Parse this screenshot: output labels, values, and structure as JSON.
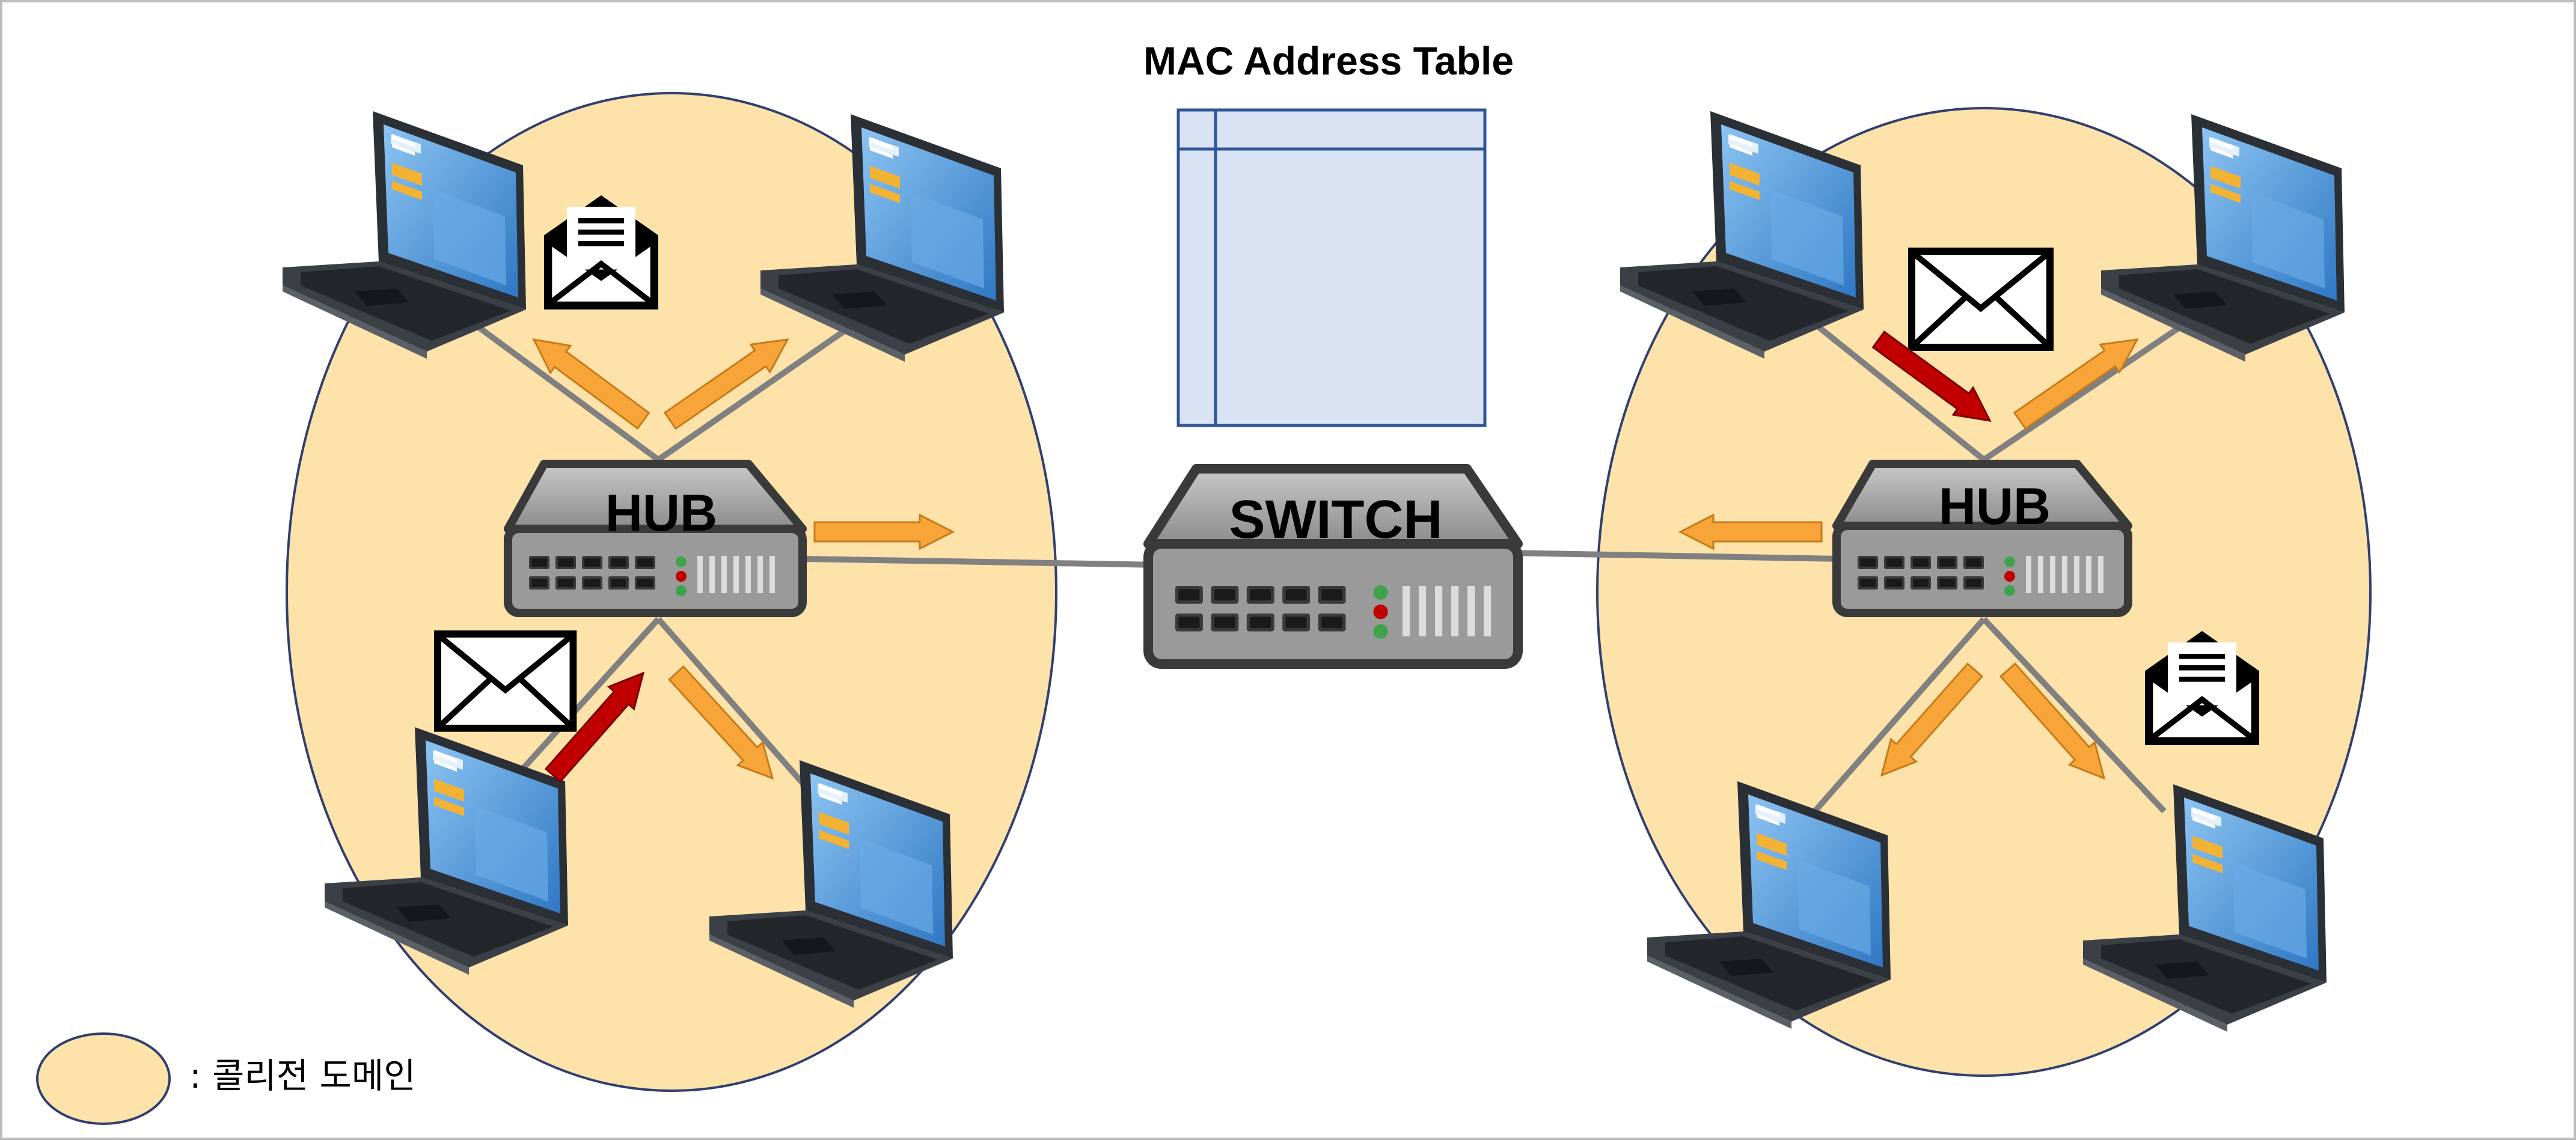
{
  "title": "MAC Address Table",
  "switch_label": "SWITCH",
  "hub_left_label": "HUB",
  "hub_right_label": "HUB",
  "legend_label": ": 콜리전 도메인",
  "colors": {
    "domain_fill": "#fde2aa",
    "domain_stroke": "#2f3f70",
    "table_fill": "#dae3f3",
    "table_stroke": "#2f5597",
    "arrow_orange": "#f7a439",
    "arrow_red": "#c00000",
    "cable": "#808080",
    "device_body": "#9a9a9a",
    "laptop_screen": "#4f94d8"
  },
  "icons": [
    "laptop-icon",
    "hub-icon",
    "switch-icon",
    "closed-envelope-icon",
    "open-envelope-icon",
    "arrow-icon"
  ]
}
